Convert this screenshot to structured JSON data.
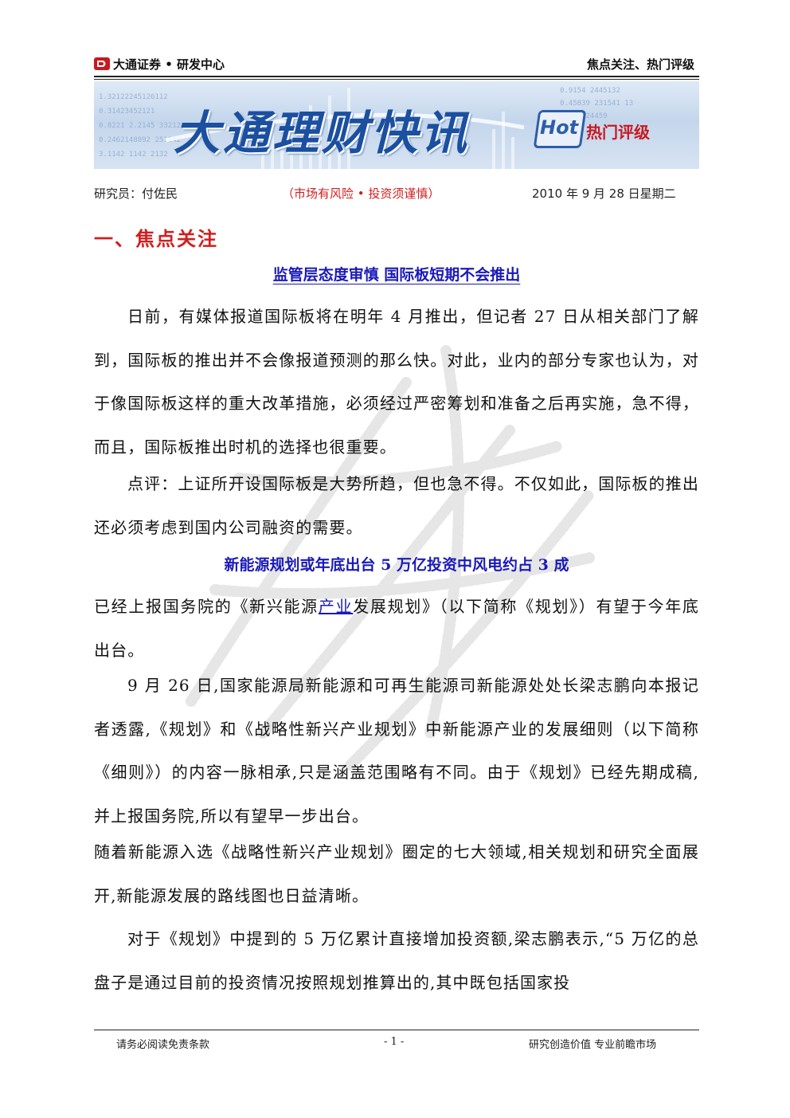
{
  "header": {
    "company": "大通证券 • 研发中心",
    "right_title": "焦点关注、热门评级"
  },
  "banner": {
    "title": "大通理财快讯",
    "hot_label": "Hot",
    "rating_label": "热门评级",
    "colors": {
      "title": "#1b4fa0",
      "rating": "#c8191f"
    }
  },
  "meta": {
    "researcher": "研究员：付佐民",
    "risk_notice": "（市场有风险 • 投资须谨慎）",
    "date": "2010 年 9 月 28 日星期二"
  },
  "section": {
    "heading": "一、焦点关注"
  },
  "articles": {
    "a1": {
      "headline": "监管层态度审慎  国际板短期不会推出",
      "body": "日前，有媒体报道国际板将在明年 4 月推出，但记者 27 日从相关部门了解到，国际板的推出并不会像报道预测的那么快。对此，业内的部分专家也认为，对于像国际板这样的重大改革措施，必须经过严密筹划和准备之后再实施，急不得，而且，国际板推出时机的选择也很重要。",
      "comment": "点评：上证所开设国际板是大势所趋，但也急不得。不仅如此，国际板的推出还必须考虑到国内公司融资的需要。"
    },
    "a2": {
      "headline": "新能源规划或年底出台  5 万亿投资中风电约占 3 成",
      "p1_pre": "已经上报国务院的《新兴能源",
      "p1_link": "产业",
      "p1_post": "发展规划》（以下简称《规划》）有望于今年底出台。",
      "p2": "9 月 26 日,国家能源局新能源和可再生能源司新能源处处长梁志鹏向本报记者透露,《规划》和《战略性新兴产业规划》中新能源产业的发展细则（以下简称《细则》）的内容一脉相承,只是涵盖范围略有不同。由于《规划》已经先期成稿,并上报国务院,所以有望早一步出台。",
      "p3": "随着新能源入选《战略性新兴产业规划》圈定的七大领域,相关规划和研究全面展开,新能源发展的路线图也日益清晰。",
      "p4": "对于《规划》中提到的 5 万亿累计直接增加投资额,梁志鹏表示,“5 万亿的总盘子是通过目前的投资情况按照规划推算出的,其中既包括国家投"
    }
  },
  "footer": {
    "left": "请务必阅读免责条款",
    "page_number": "- 1 -",
    "right": "研究创造价值  专业前瞻市场"
  }
}
